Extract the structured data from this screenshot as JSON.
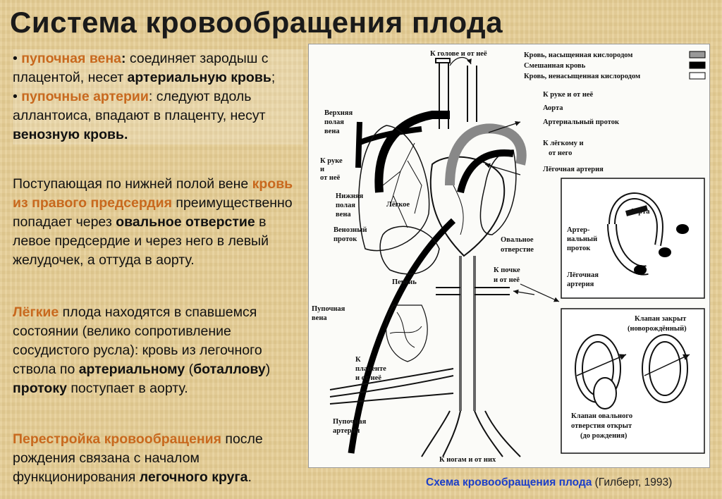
{
  "title": "Система кровообращения плода",
  "block1": {
    "bullet1_mark": "•",
    "bullet1_term": "пупочная вена",
    "bullet1_colon": ":",
    "bullet1_text": " соединяет зародыш с плацентой, несет",
    "bullet1_bold": "артериальную кровь",
    "bullet1_end": ";",
    "bullet2_mark": "•",
    "bullet2_term": "пупочные артерии",
    "bullet2_text": ": следуют вдоль аллантоиса, впадают в плаценту, несут ",
    "bullet2_bold": "венозную кровь."
  },
  "block2": {
    "text1": "Поступающая по нижней полой вене ",
    "orange": "кровь из правого предсердия",
    "text2": " преимущественно попадает через ",
    "bold": "овальное отверстие",
    "text3": " в левое предсердие и через него в левый желудочек, а оттуда в аорту."
  },
  "block3": {
    "orange": "Лёгкие",
    "text1": " плода находятся в спавшемся состоянии (велико сопротивление сосудистого русла): кровь из легочного ствола по ",
    "bold1": "артериальному",
    "text2": " (",
    "bold2": "боталлову",
    "text3": ") ",
    "bold3": "протоку",
    "text4": " поступает в аорту."
  },
  "block4": {
    "orange": "Перестройка кровообращения",
    "text1": " после рождения связана с началом функционирования ",
    "bold": "легочного круга",
    "end": "."
  },
  "figure": {
    "legend": {
      "oxygenated": "Кровь, насыщенная кислородом",
      "mixed": "Смешанная кровь",
      "deoxygenated": "Кровь, ненасыщенная кислородом"
    },
    "labels": {
      "head": "К голове и от неё",
      "arm_right": "К руке и от неё",
      "aorta": "Аорта",
      "ductus": "Артериальный проток",
      "lung_to1": "К лёгкому и",
      "lung_to2": "от него",
      "pulm_artery": "Лёгочная артерия",
      "svc1": "Верхняя",
      "svc2": "полая",
      "svc3": "вена",
      "arm_left1": "К руке",
      "arm_left2": "и",
      "arm_left3": "от неё",
      "ivc1": "Нижняя",
      "ivc2": "полая",
      "ivc3": "вена",
      "lung": "Лёгкое",
      "venous1": "Венозный",
      "venous2": "проток",
      "oval1": "Овальное",
      "oval2": "отверстие",
      "kidney1": "К почке",
      "kidney2": "и от неё",
      "liver": "Печень",
      "umb_vein1": "Пупочная",
      "umb_vein2": "вена",
      "placenta1": "К",
      "placenta2": "плаценте",
      "placenta3": "и от неё",
      "umb_art1": "Пупочная",
      "umb_art2": "артерия",
      "legs": "К ногам и от них",
      "inset_aorta": "Аорта",
      "inset_duct1": "Артер-",
      "inset_duct2": "иальный",
      "inset_duct3": "проток",
      "inset_pa1": "Лёгочная",
      "inset_pa2": "артерия",
      "valve_closed1": "Клапан закрыт",
      "valve_closed2": "(новорождённый)",
      "valve_open1": "Клапан овального",
      "valve_open2": "отверстия открыт",
      "valve_open3": "(до рождения)"
    },
    "colors": {
      "oxygenated": "#999999",
      "mixed": "#000000",
      "deoxygenated": "#ffffff"
    }
  },
  "caption": {
    "main": "Схема кровообращения плода",
    "author": " (Гилберт, 1993)"
  }
}
